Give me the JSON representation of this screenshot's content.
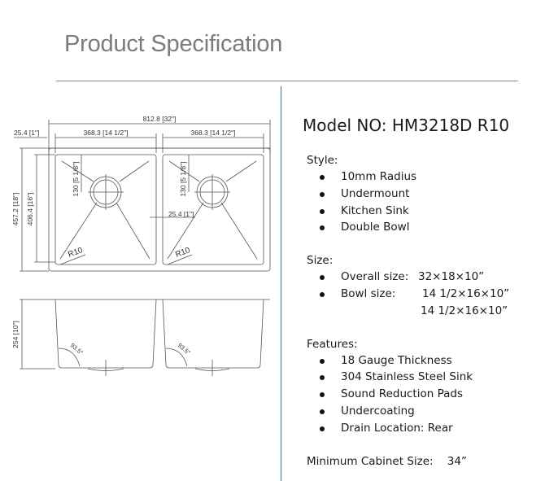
{
  "header": {
    "title": "Product Specification"
  },
  "drawing": {
    "top_view": {
      "overall_width": "812.8 [32\"]",
      "flange": "25.4 [1\"]",
      "bowl_width_left": "368.3 [14 1/2\"]",
      "bowl_width_right": "368.3 [14 1/2\"]",
      "overall_depth": "457.2 [18\"]",
      "bowl_depth": "406.4 [16\"]",
      "drain_offset_left": "130 [5 1/8\"]",
      "drain_offset_right": "130 [5 1/8\"]",
      "divider_width": "25.4 [1\"]",
      "corner_radius_left": "R10",
      "corner_radius_right": "R10"
    },
    "side_view": {
      "height": "254 [10\"]",
      "angle_left": "93.5°",
      "angle_right": "93.5°"
    }
  },
  "spec": {
    "model": "Model NO: HM3218D R10",
    "style": {
      "label": "Style:",
      "items": [
        "10mm Radius",
        "Undermount",
        "Kitchen Sink",
        "Double Bowl"
      ]
    },
    "size": {
      "label": "Size:",
      "overall_label": "Overall size:",
      "overall_value": "32×18×10”",
      "bowl_label": "Bowl size:",
      "bowl_value_1": "14 1/2×16×10”",
      "bowl_value_2": "14 1/2×16×10”"
    },
    "features": {
      "label": "Features:",
      "items": [
        "18 Gauge Thickness",
        "304 Stainless Steel Sink",
        "Sound Reduction Pads",
        "Undercoating",
        "Drain Location: Rear"
      ]
    },
    "min_cabinet": {
      "label": "Minimum Cabinet Size:",
      "value": "34”"
    }
  }
}
